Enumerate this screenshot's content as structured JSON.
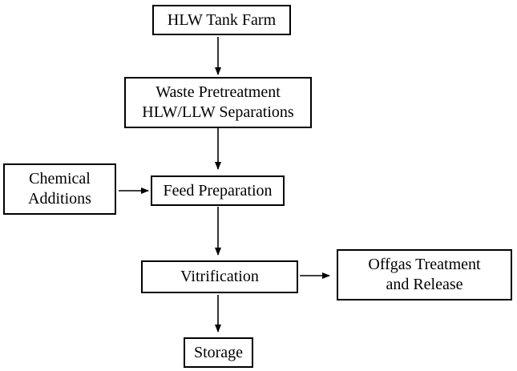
{
  "diagram": {
    "nodes": {
      "tank_farm": {
        "lines": [
          "HLW Tank Farm"
        ]
      },
      "pretreatment": {
        "lines": [
          "Waste Pretreatment",
          "HLW/LLW Separations"
        ]
      },
      "chemical": {
        "lines": [
          "Chemical",
          "Additions"
        ]
      },
      "feed_prep": {
        "lines": [
          "Feed Preparation"
        ]
      },
      "vitrification": {
        "lines": [
          "Vitrification"
        ]
      },
      "offgas": {
        "lines": [
          "Offgas Treatment",
          "and Release"
        ]
      },
      "storage": {
        "lines": [
          "Storage"
        ]
      }
    },
    "edges": [
      {
        "from": "tank_farm",
        "to": "pretreatment"
      },
      {
        "from": "pretreatment",
        "to": "feed_prep"
      },
      {
        "from": "chemical",
        "to": "feed_prep"
      },
      {
        "from": "feed_prep",
        "to": "vitrification"
      },
      {
        "from": "vitrification",
        "to": "offgas"
      },
      {
        "from": "vitrification",
        "to": "storage"
      }
    ]
  }
}
